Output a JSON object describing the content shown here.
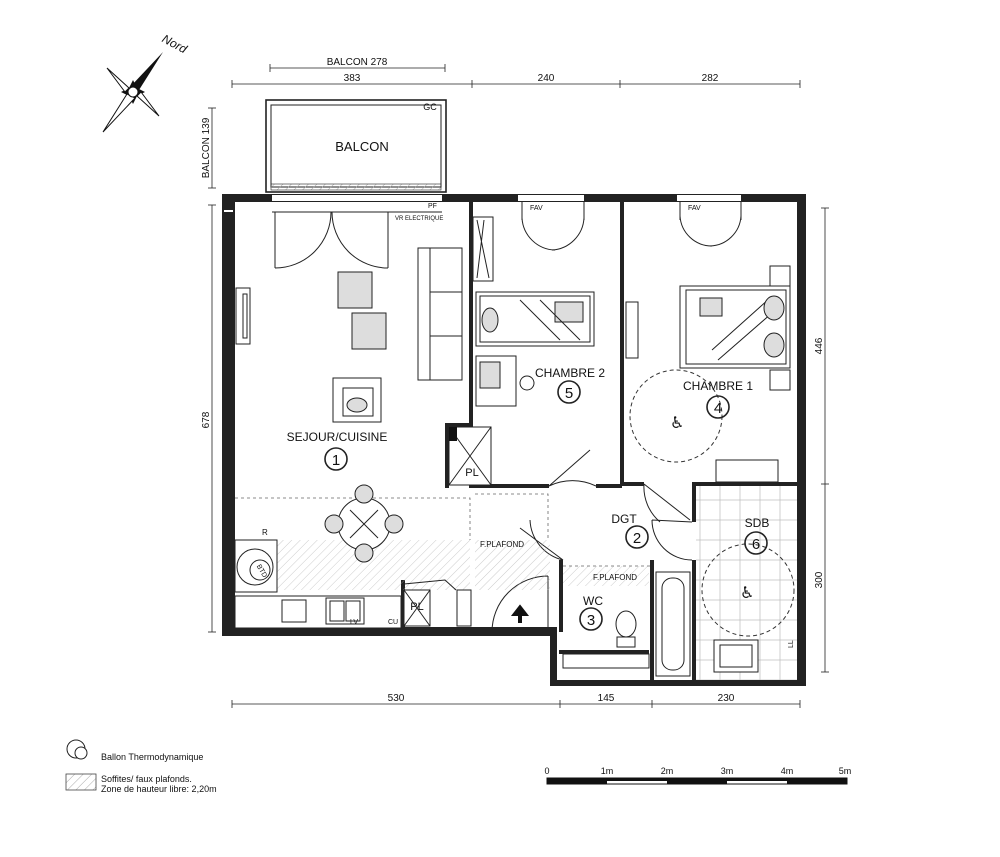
{
  "compass": {
    "north_label": "Nord"
  },
  "balcony": {
    "name": "BALCON",
    "dim_width_label": "BALCON 278",
    "dim_depth_label": "BALCON 139",
    "gc_label": "GC",
    "pf_label": "PF",
    "vr_label": "VR ELECTRIQUE"
  },
  "dimensions": {
    "top": [
      "383",
      "240",
      "282"
    ],
    "bottom": [
      "530",
      "145",
      "230"
    ],
    "left": "678",
    "right": [
      "446",
      "300"
    ]
  },
  "rooms": [
    {
      "name": "SEJOUR/CUISINE",
      "number": "1"
    },
    {
      "name": "DGT",
      "number": "2"
    },
    {
      "name": "WC",
      "number": "3"
    },
    {
      "name": "CHAMBRE 1",
      "number": "4"
    },
    {
      "name": "CHAMBRE 2",
      "number": "5"
    },
    {
      "name": "SDB",
      "number": "6"
    }
  ],
  "labels": {
    "pl": "PL",
    "fav": "FAV",
    "f_plafond": "F.PLAFOND",
    "lv": "LV",
    "cu": "CU",
    "r": "R",
    "ll": "LL",
    "btd": "BTD"
  },
  "legend": {
    "ballon": "Ballon Thermodynamique",
    "soffites_line1": "Soffites/ faux plafonds.",
    "soffites_line2": "Zone de hauteur libre: 2,20m"
  },
  "scale": {
    "ticks": [
      "0",
      "1m",
      "2m",
      "3m",
      "4m",
      "5m"
    ]
  }
}
